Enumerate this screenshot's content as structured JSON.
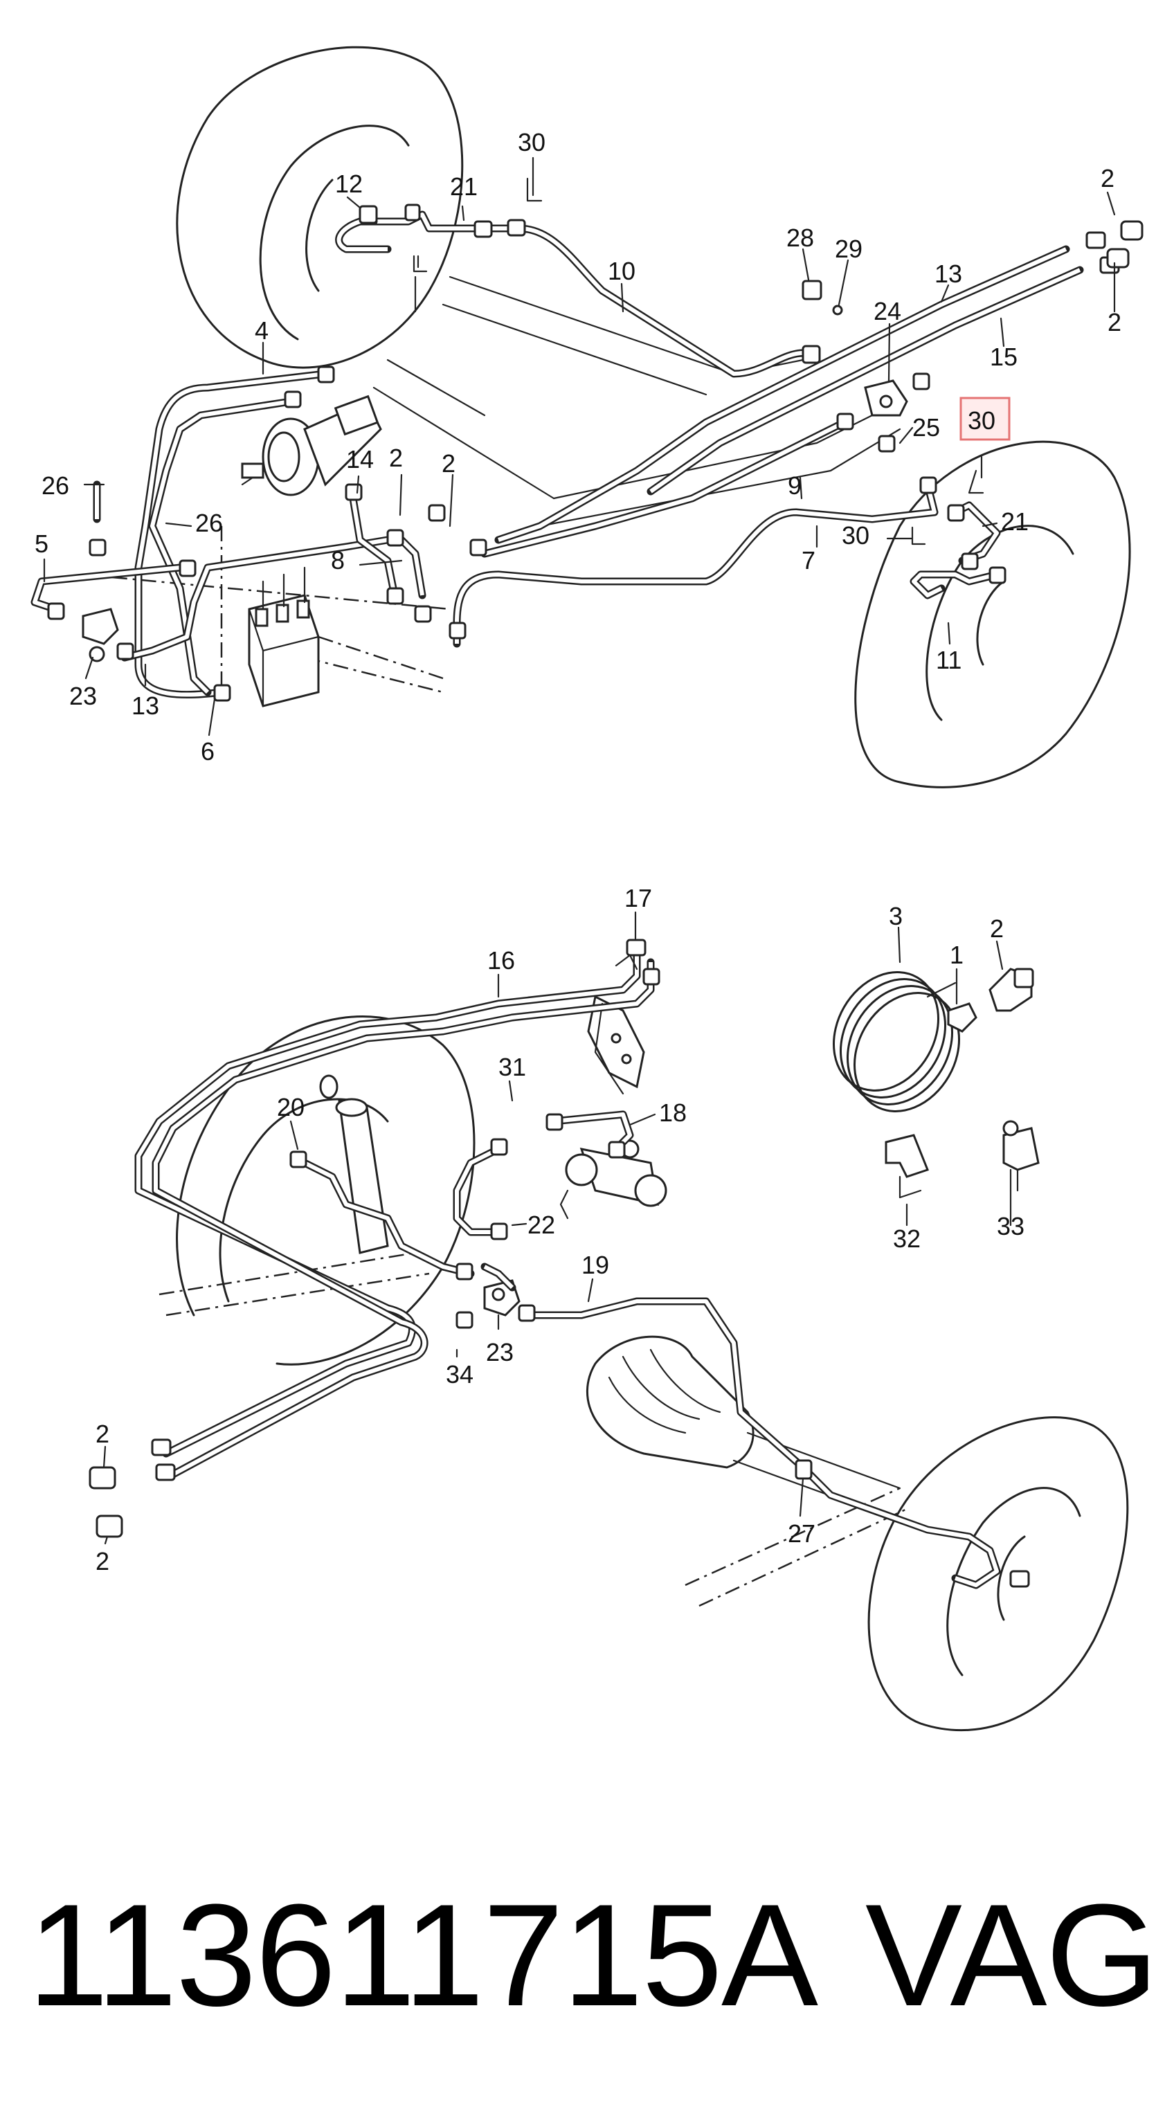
{
  "footer": {
    "part_number": "113611715A",
    "brand": "VAG"
  },
  "colors": {
    "highlight_border": "#e57373",
    "highlight_fill": "#ffc8c8",
    "ink": "#222222"
  },
  "top_diagram": {
    "labels": [
      "30",
      "12",
      "21",
      "2",
      "2",
      "28",
      "29",
      "13",
      "10",
      "4",
      "24",
      "15",
      "30",
      "25",
      "26",
      "14",
      "2",
      "2",
      "9",
      "26",
      "5",
      "8",
      "21",
      "30",
      "7",
      "23",
      "13",
      "6",
      "11"
    ],
    "highlighted_label": "30"
  },
  "bottom_diagram": {
    "labels": [
      "17",
      "3",
      "2",
      "1",
      "16",
      "31",
      "18",
      "20",
      "22",
      "32",
      "33",
      "19",
      "34",
      "23",
      "2",
      "2",
      "27"
    ]
  }
}
